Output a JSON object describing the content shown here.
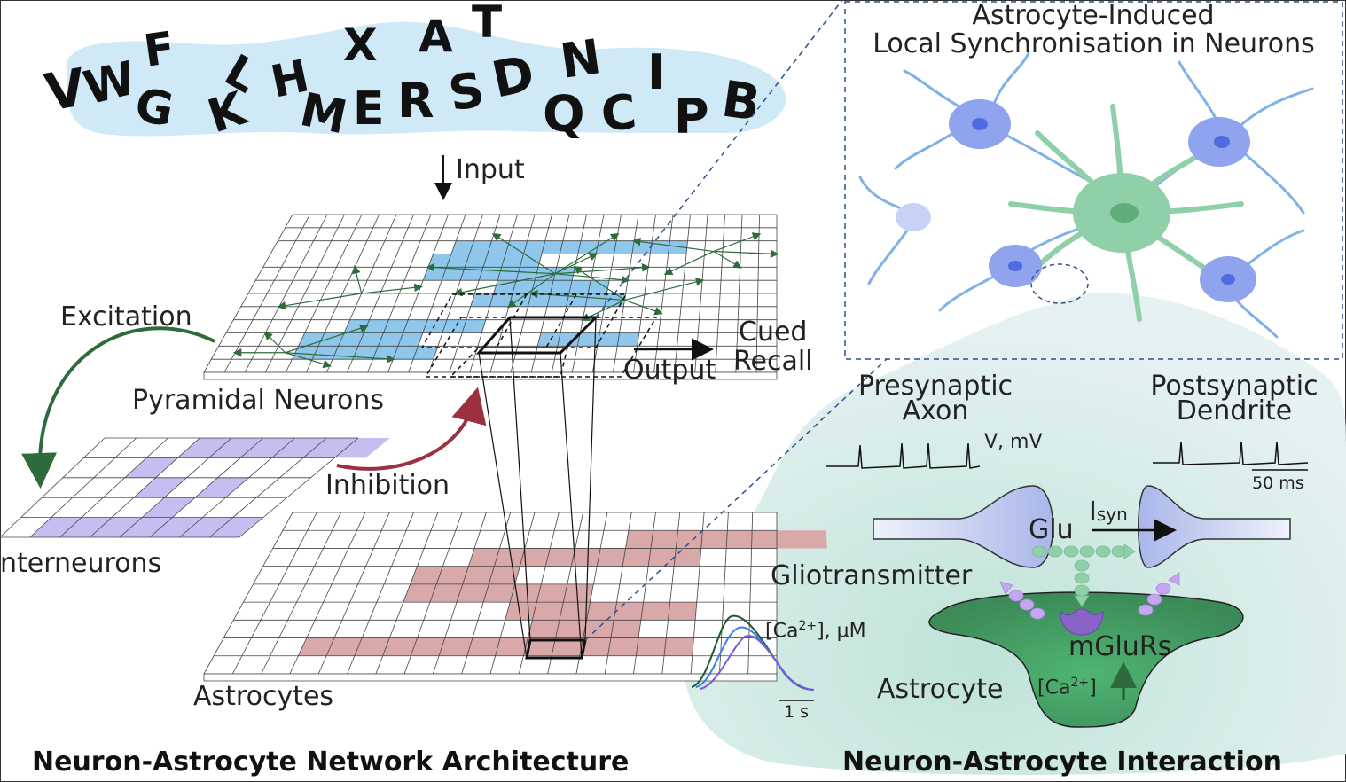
{
  "input_letters": [
    "V",
    "W",
    "G",
    "F",
    "K",
    "L",
    "H",
    "M",
    "X",
    "E",
    "R",
    "A",
    "S",
    "T",
    "D",
    "N",
    "Q",
    "C",
    "I",
    "P",
    "B"
  ],
  "labels": {
    "input": "Input",
    "output": "Output",
    "cued": "Cued",
    "recall": "Recall",
    "excitation": "Excitation",
    "inhibition": "Inhibition",
    "pyramidal": "Pyramidal Neurons",
    "interneurons": "nterneurons",
    "astrocytes": "Astrocytes",
    "sync_line1": "Astrocyte-Induced",
    "sync_line2": "Local Synchronisation in Neurons",
    "presyn_1": "Presynaptic",
    "presyn_2": "Axon",
    "postsyn_1": "Postsynaptic",
    "postsyn_2": "Dendrite",
    "voltage": "V, mV",
    "time_ms": "50 ms",
    "glu": "Glu",
    "isyn_main": "I",
    "isyn_sub": "syn",
    "gliotransmitter": "Gliotransmitter",
    "ca_conc_pre": "[Ca",
    "ca_conc_sup": "2+",
    "ca_conc_post": "], µM",
    "time_s": "1 s",
    "mglurs": "mGluRs",
    "astrocyte": "Astrocyte",
    "ca_pre": "[Ca",
    "ca_sup": "2+",
    "ca_post": "]",
    "left_title": "Neuron-Astrocyte Network Architecture",
    "right_title": "Neuron-Astrocyte Interaction"
  },
  "colors": {
    "blue_fill": "#8ec6ec",
    "purple_fill": "#c6bdf0",
    "pink_fill": "#d9a9a9",
    "green_arrow": "#2e6b3c",
    "red_arrow": "#9b3040",
    "astro_green": "#5fae7a",
    "neuron_blue": "#4f6be0",
    "bubble": "#cfe9f7",
    "panel": "#d6ebe9",
    "dashed": "#2a4f8f"
  }
}
